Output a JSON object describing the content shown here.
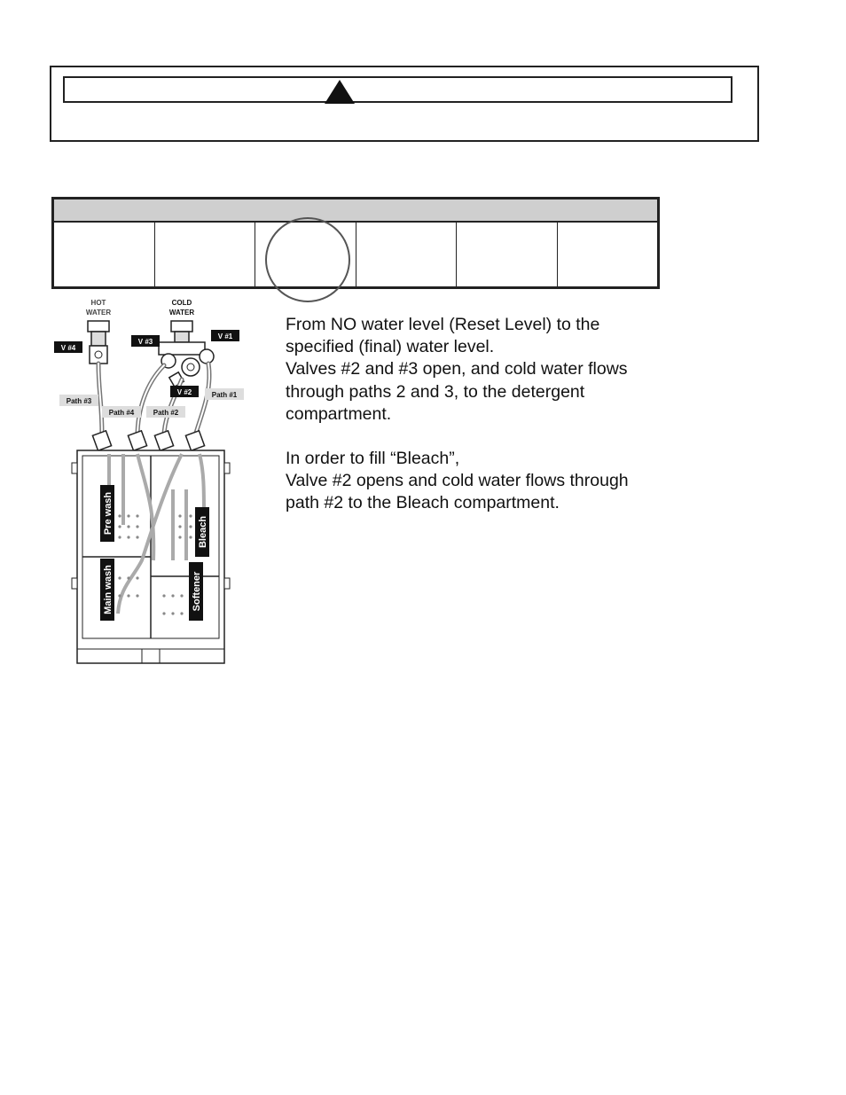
{
  "warning": {
    "icon": "warning-triangle-icon"
  },
  "table": {
    "columns": 6,
    "highlighted_column": 3
  },
  "diagram": {
    "hot_water": "HOT\nWATER",
    "hot_line1": "HOT",
    "hot_line2": "WATER",
    "cold_line1": "COLD",
    "cold_line2": "WATER",
    "valves": {
      "v1": "V #1",
      "v2": "V #2",
      "v3": "V #3",
      "v4": "V #4"
    },
    "paths": {
      "p1": "Path #1",
      "p2": "Path #2",
      "p3": "Path #3",
      "p4": "Path #4"
    },
    "compartments": {
      "prewash": "Pre wash",
      "mainwash": "Main wash",
      "bleach": "Bleach",
      "softener": "Softener"
    }
  },
  "description": {
    "para1_line1": "From NO water level (Reset Level)  to the",
    "para1_line2": "specified (final) water level.",
    "para1_line3": "Valves #2 and #3 open, and cold water flows",
    "para1_line4": "through paths 2 and 3, to the detergent",
    "para1_line5": "compartment.",
    "para2_line1": "In order to fill “Bleach”,",
    "para2_line2": "Valve #2 opens and cold water flows through",
    "para2_line3": "path #2 to the Bleach compartment."
  }
}
